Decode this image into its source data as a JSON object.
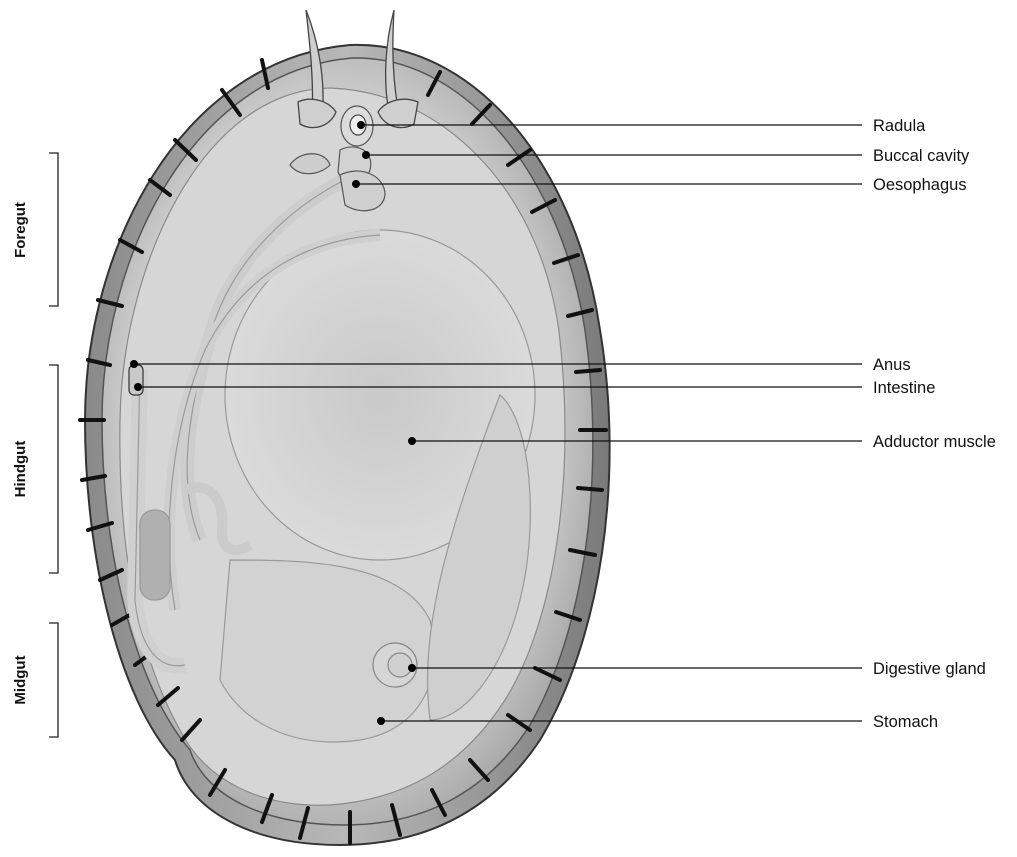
{
  "diagram": {
    "labels": {
      "radula": "Radula",
      "buccal_cavity": "Buccal cavity",
      "oesophagus": "Oesophagus",
      "anus": "Anus",
      "intestine": "Intestine",
      "adductor_muscle": "Adductor muscle",
      "digestive_gland": "Digestive gland",
      "stomach": "Stomach"
    },
    "regions": {
      "foregut": "Foregut",
      "hindgut": "Hindgut",
      "midgut": "Midgut"
    }
  }
}
